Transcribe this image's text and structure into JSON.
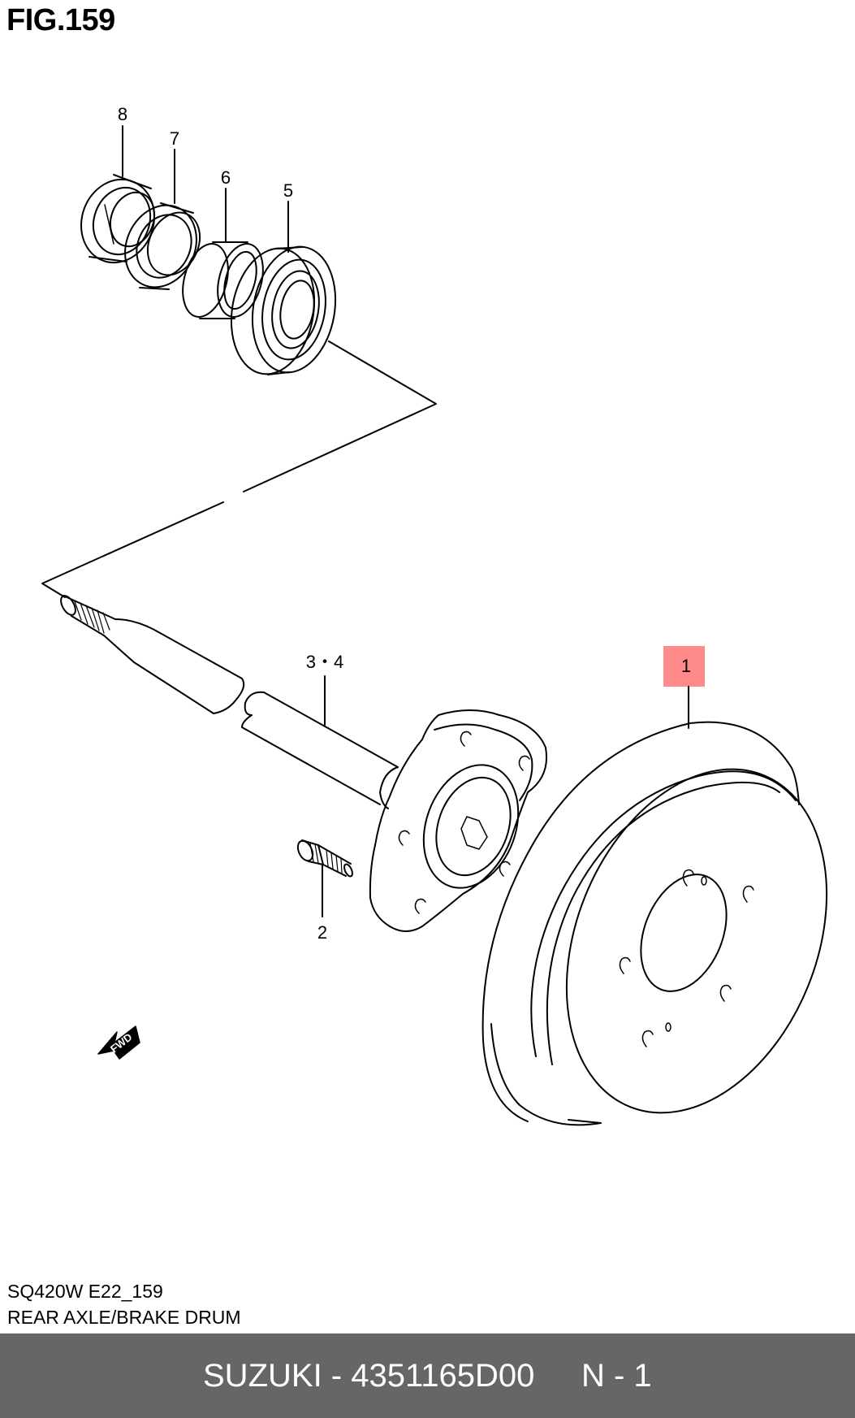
{
  "figure": {
    "title": "FIG.159"
  },
  "callouts": [
    {
      "id": "1",
      "label": "1",
      "highlighted": true
    },
    {
      "id": "2",
      "label": "2"
    },
    {
      "id": "3-4",
      "label": "3・4"
    },
    {
      "id": "5",
      "label": "5"
    },
    {
      "id": "6",
      "label": "6"
    },
    {
      "id": "7",
      "label": "7"
    },
    {
      "id": "8",
      "label": "8"
    }
  ],
  "fwd_arrow": {
    "label": "FWD"
  },
  "caption": {
    "model": "SQ420W E22_159",
    "section": "REAR AXLE/BRAKE DRUM"
  },
  "footer": {
    "part_line": "SUZUKI - 4351165D00",
    "qty_line": "N - 1"
  },
  "colors": {
    "highlight": "#ff8a8a",
    "footer_bg": "#666666",
    "footer_text": "#ffffff"
  }
}
